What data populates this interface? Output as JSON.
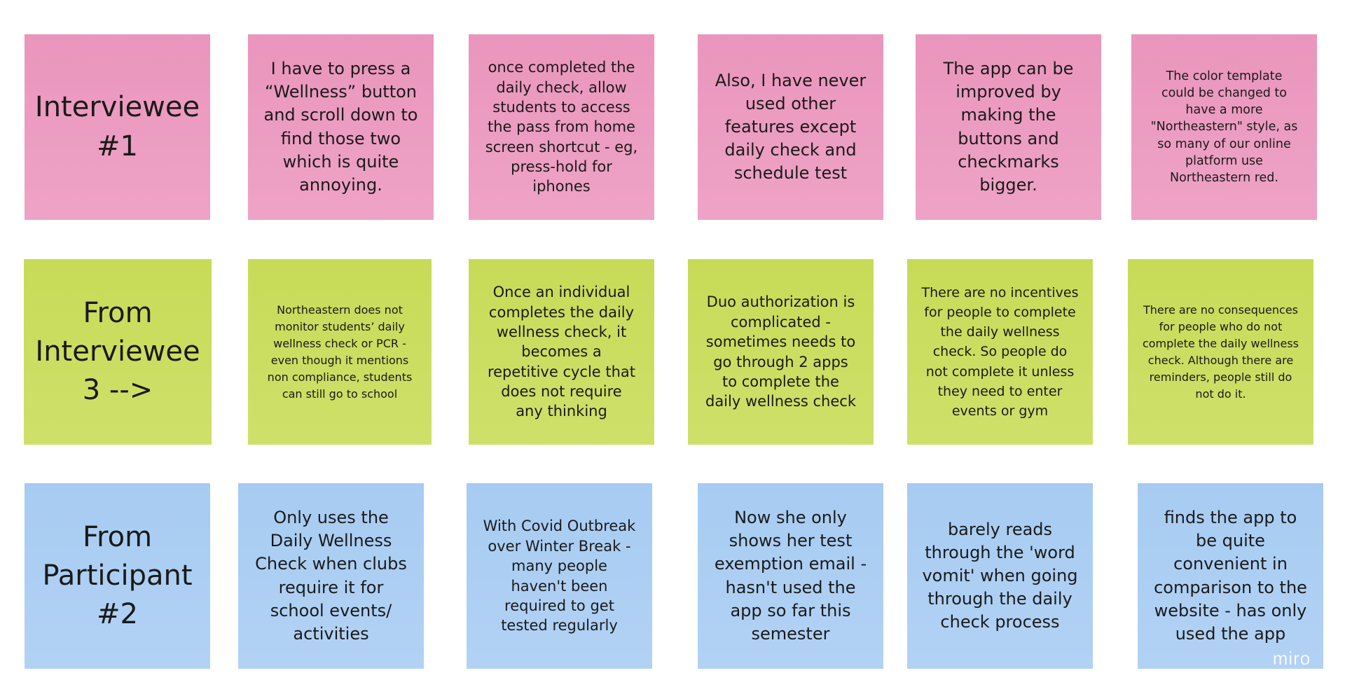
{
  "board": {
    "rows": [
      {
        "color": "#ec9cc2",
        "notes": [
          {
            "text": "Interviewee\n#1"
          },
          {
            "text": "I have to press a\n“Wellness” button\nand scroll down to\nfind those two\nwhich is quite\nannoying."
          },
          {
            "text": "once completed the\ndaily check, allow\nstudents to access\nthe pass from home\nscreen shortcut - eg,\npress-hold for\niphones"
          },
          {
            "text": "Also, I have never\nused other\nfeatures except\ndaily check and\nschedule test"
          },
          {
            "text": "The app can be\nimproved by\nmaking the\nbuttons and\ncheckmarks\nbigger."
          },
          {
            "text": "The color template\ncould be changed to\nhave a more\n\"Northeastern\" style, as\nso many of our online\nplatform use\nNortheastern red."
          }
        ]
      },
      {
        "color": "#cbdd60",
        "notes": [
          {
            "text": "From\nInterviewee\n3 -->"
          },
          {
            "text": "Northeastern does not\nmonitor students’ daily\nwellness check or PCR -\neven though it mentions\nnon compliance, students\ncan still go to school"
          },
          {
            "text": "Once an individual\ncompletes the daily\nwellness check, it\nbecomes a\nrepetitive cycle that\ndoes not require\nany thinking"
          },
          {
            "text": "Duo authorization is\ncomplicated -\nsometimes needs to\ngo through 2 apps\nto complete the\ndaily wellness check"
          },
          {
            "text": "There are no incentives\nfor people to complete\nthe daily wellness\ncheck. So people do\nnot complete it unless\nthey need to enter\nevents or gym"
          },
          {
            "text": "There are no consequences\nfor people who do not\ncomplete the daily wellness\ncheck. Although there are\nreminders, people still do\nnot do it."
          }
        ]
      },
      {
        "color": "#acceF3",
        "notes": [
          {
            "text": "From\nParticipant\n#2"
          },
          {
            "text": "Only uses the\nDaily Wellness\nCheck when clubs\nrequire it for\nschool events/\nactivities"
          },
          {
            "text": "With Covid Outbreak\nover Winter Break -\nmany people\nhaven't been\nrequired to get\ntested regularly"
          },
          {
            "text": "Now she only\nshows her test\nexemption email -\nhasn't used the\napp so far this\nsemester"
          },
          {
            "text": "barely reads\nthrough the 'word\nvomit' when going\nthrough the daily\ncheck process"
          },
          {
            "text": "finds the app to\nbe quite\nconvenient in\ncomparison to the\nwebsite - has only\nused the app"
          }
        ]
      }
    ]
  },
  "watermark": "miro"
}
